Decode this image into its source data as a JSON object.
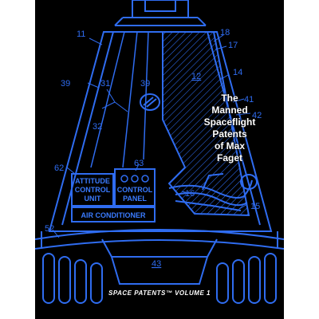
{
  "cover": {
    "title_lines": [
      "The",
      "Manned",
      "Spaceflight",
      "Patents",
      "of Max",
      "Faget"
    ],
    "series_label": "SPACE PATENTS™ VOLUME 1",
    "colors": {
      "background": "#000000",
      "line": "#2f6cf0",
      "title": "#ffffff"
    }
  },
  "drawing": {
    "boxes": {
      "attitude_line1": "ATTITUDE",
      "attitude_line2": "CONTROL",
      "attitude_line3": "UNIT",
      "panel_line1": "CONTROL",
      "panel_line2": "PANEL",
      "air_conditioner": "AIR CONDITIONER"
    },
    "callouts": {
      "n11": "11",
      "n18": "18",
      "n17": "17",
      "n12": "12",
      "n14": "14",
      "n39a": "39",
      "n31": "31",
      "n39b": "39",
      "n41": "41",
      "n42": "42",
      "n32": "32",
      "n62": "62",
      "n63": "63",
      "n16": "16",
      "n15": "15",
      "n52": "52",
      "n43": "43"
    }
  }
}
